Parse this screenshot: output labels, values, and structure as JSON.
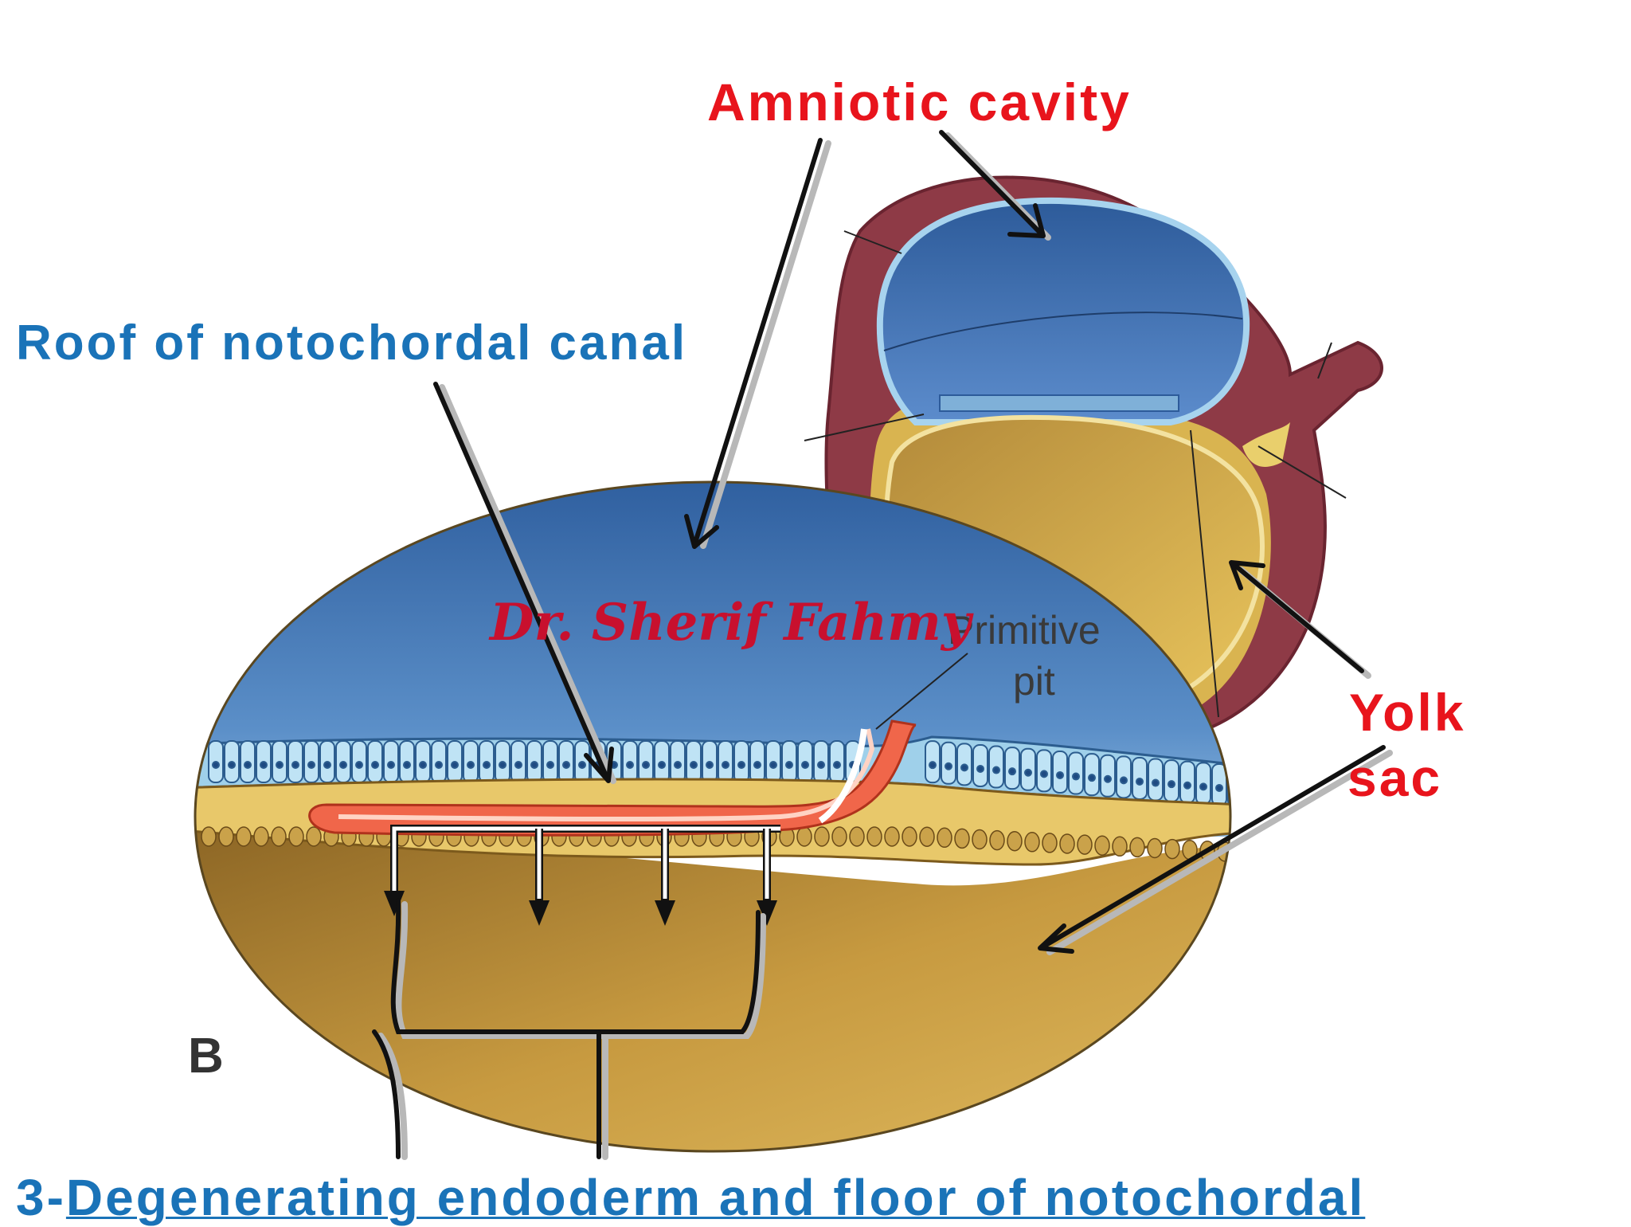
{
  "labels": {
    "amniotic_cavity": "Amniotic cavity",
    "roof": "Roof of notochordal canal",
    "yolk_line1": "Yolk",
    "yolk_line2": "sac",
    "bottom_prefix": "3-",
    "bottom_link": "Degenerating endoderm and floor of notochordal",
    "primitive_line1": "Primitive",
    "primitive_line2": "pit",
    "panel_letter": "B",
    "watermark": "Dr. Sherif Fahmy"
  },
  "colors": {
    "red_label": "#e8141c",
    "blue_label": "#1a73b8",
    "amnion_blue": "#3e6fae",
    "yolk_gold": "#c99a3c",
    "trophoblast": "#8e3a46",
    "notochord_red": "#f0664a"
  }
}
